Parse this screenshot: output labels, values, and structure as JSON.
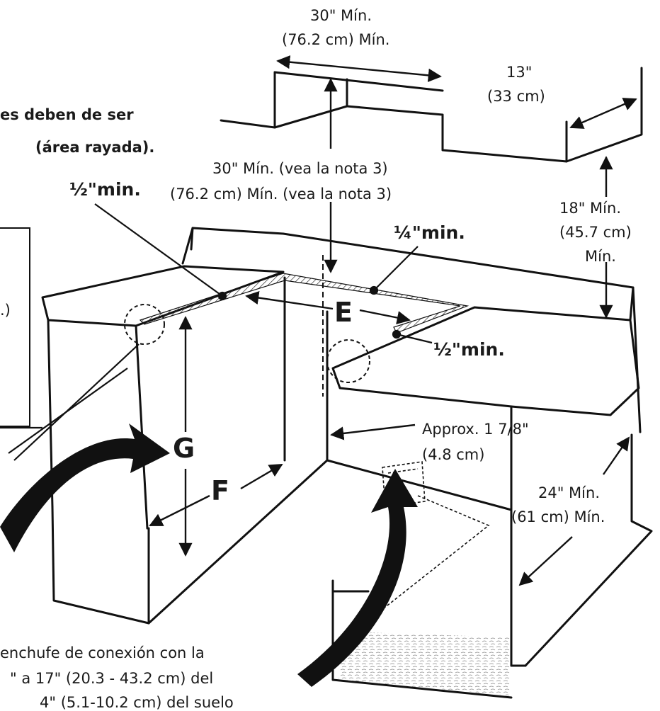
{
  "labels": {
    "top_width_1": "30\" Mín.",
    "top_width_2": "(76.2 cm) Mín.",
    "depth_1": "13\"",
    "depth_2": "(33 cm)",
    "note_partial_1": "es deben de ser",
    "note_partial_2": "(área rayada).",
    "center_note_1": "30\" Mín. (vea la nota 3)",
    "center_note_2": "(76.2 cm) Mín. (vea la nota 3)",
    "clear_half_left": "½\"min.",
    "clear_quarter": "¼\"min.",
    "clear_half_right": "½\"min.",
    "upper_height_1": "18\" Mín.",
    "upper_height_2": "(45.7 cm)",
    "upper_height_3": "Mín.",
    "left_paren": ".)",
    "approx_1": "Approx. 1 7/8\"",
    "approx_2": "(4.8 cm)",
    "dim_E": "E",
    "dim_G": "G",
    "dim_F": "F",
    "counter_height_1": "24\" Mín.",
    "counter_height_2": "(61 cm) Mín.",
    "bottom_note_1": "enchufe de conexión con la",
    "bottom_note_2": "\" a 17\" (20.3 - 43.2 cm) del",
    "bottom_note_3": "4\" (5.1-10.2 cm) del suelo"
  }
}
